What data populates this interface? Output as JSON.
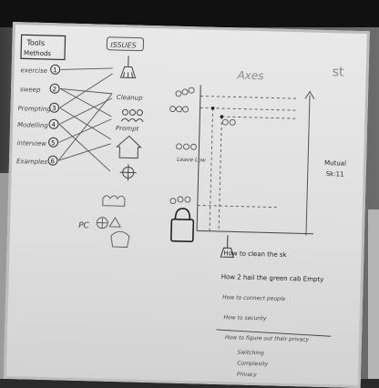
{
  "photo": {
    "tools_header": [
      "Tools",
      "Methods"
    ],
    "issues_header": "ISSUES",
    "tools": [
      {
        "num": "1",
        "label": "exercise"
      },
      {
        "num": "2",
        "label": "sweep"
      },
      {
        "num": "3",
        "label": "Prompting"
      },
      {
        "num": "4",
        "label": "Modelling"
      },
      {
        "num": "5",
        "label": "interview"
      },
      {
        "num": "6",
        "label": "Examples"
      }
    ],
    "issue_labels": [
      "Cleanup",
      "Prompt"
    ],
    "axes_title": "Axes",
    "axes_corner": "st",
    "axes_side_labels": [
      "Mutual",
      "Sk:11"
    ],
    "axis_note": "Leave Low",
    "bottom_left_note": "PC",
    "notes": [
      "How to clean the sk",
      "How 2 hail the green cab  Empty",
      "How to connect people",
      "How to security",
      "How to figure out their privacy",
      "Switching",
      "Complexity",
      "Privacy"
    ]
  }
}
